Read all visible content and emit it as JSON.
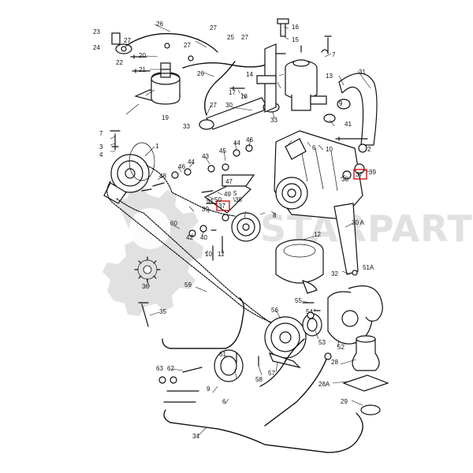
{
  "watermark": {
    "text": "STARPARTS"
  },
  "parts": {
    "p1": "1",
    "p2": "2",
    "p3": "3",
    "p4": "4",
    "p5": "5",
    "p6": "6",
    "p7": "7",
    "p8": "8",
    "p9": "9",
    "p10": "10",
    "p11": "11",
    "p12": "12",
    "p13": "13",
    "p14": "14",
    "p15": "15",
    "p16": "16",
    "p17": "17",
    "p18": "18",
    "p19": "19",
    "p20": "20",
    "p21": "21",
    "p22": "22",
    "p23": "23",
    "p24": "24",
    "p25": "25",
    "p26a": "26",
    "p26b": "26",
    "p27a": "27",
    "p27b": "27",
    "p27c": "27",
    "p27d": "27",
    "p27e": "27",
    "p28": "28",
    "p28a": "28A",
    "p29": "29",
    "p30": "30",
    "p30a": "30 A",
    "p31": "31",
    "p32": "32",
    "p33a": "33",
    "p33b": "33",
    "p34": "34",
    "p35": "35",
    "p36": "36",
    "p37a": "37",
    "p37b": "37",
    "p38a": "38",
    "p38b": "38",
    "p39a": "39",
    "p39b": "39",
    "p40": "40",
    "p41": "41",
    "p42": "42",
    "p43": "43",
    "p44a": "44",
    "p44b": "44",
    "p45": "45",
    "p46a": "46",
    "p46b": "46",
    "p47": "47",
    "p48": "48",
    "p49": "49",
    "p50": "50",
    "p51": "51",
    "p51a": "51A",
    "p52": "52",
    "p53": "53",
    "p54": "54",
    "p55": "55",
    "p56": "56",
    "p57": "57",
    "p58": "58",
    "p59": "59",
    "p60": "60",
    "p61": "61",
    "p62": "62",
    "p63": "63"
  }
}
